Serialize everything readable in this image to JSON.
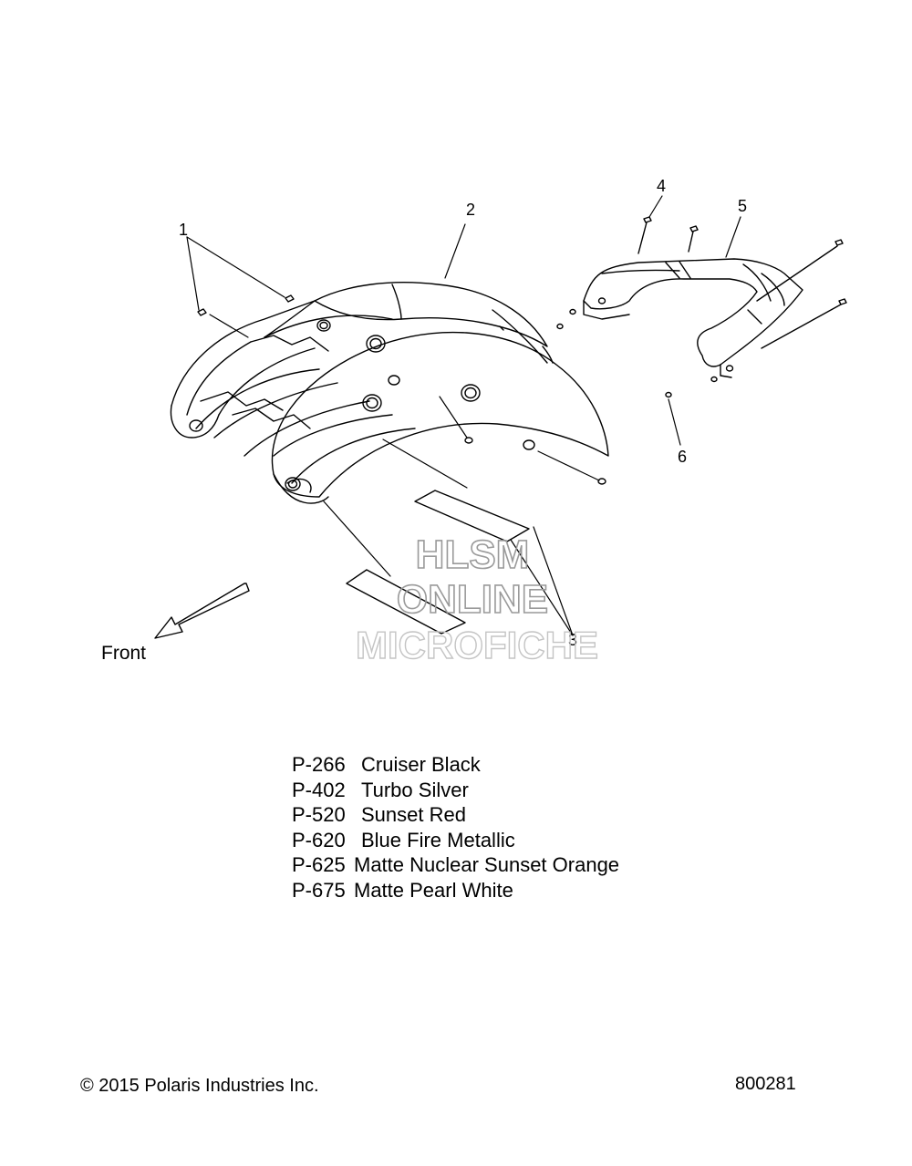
{
  "callouts": {
    "c1": "1",
    "c2": "2",
    "c3": "3",
    "c4": "4",
    "c5": "5",
    "c6": "6"
  },
  "direction_label": "Front",
  "watermark": {
    "line1": "HLSM",
    "line2": "ONLINE",
    "line3": "MICROFICHE"
  },
  "paint_codes": [
    {
      "code": "P-266",
      "name": "Cruiser Black"
    },
    {
      "code": "P-402",
      "name": "Turbo Silver"
    },
    {
      "code": "P-520",
      "name": "Sunset Red"
    },
    {
      "code": "P-620",
      "name": "Blue Fire Metallic"
    },
    {
      "code": "P-625",
      "name": "Matte Nuclear Sunset Orange"
    },
    {
      "code": "P-675",
      "name": "Matte Pearl White"
    }
  ],
  "copyright": "© 2015 Polaris Industries Inc.",
  "figure_number": "800281"
}
